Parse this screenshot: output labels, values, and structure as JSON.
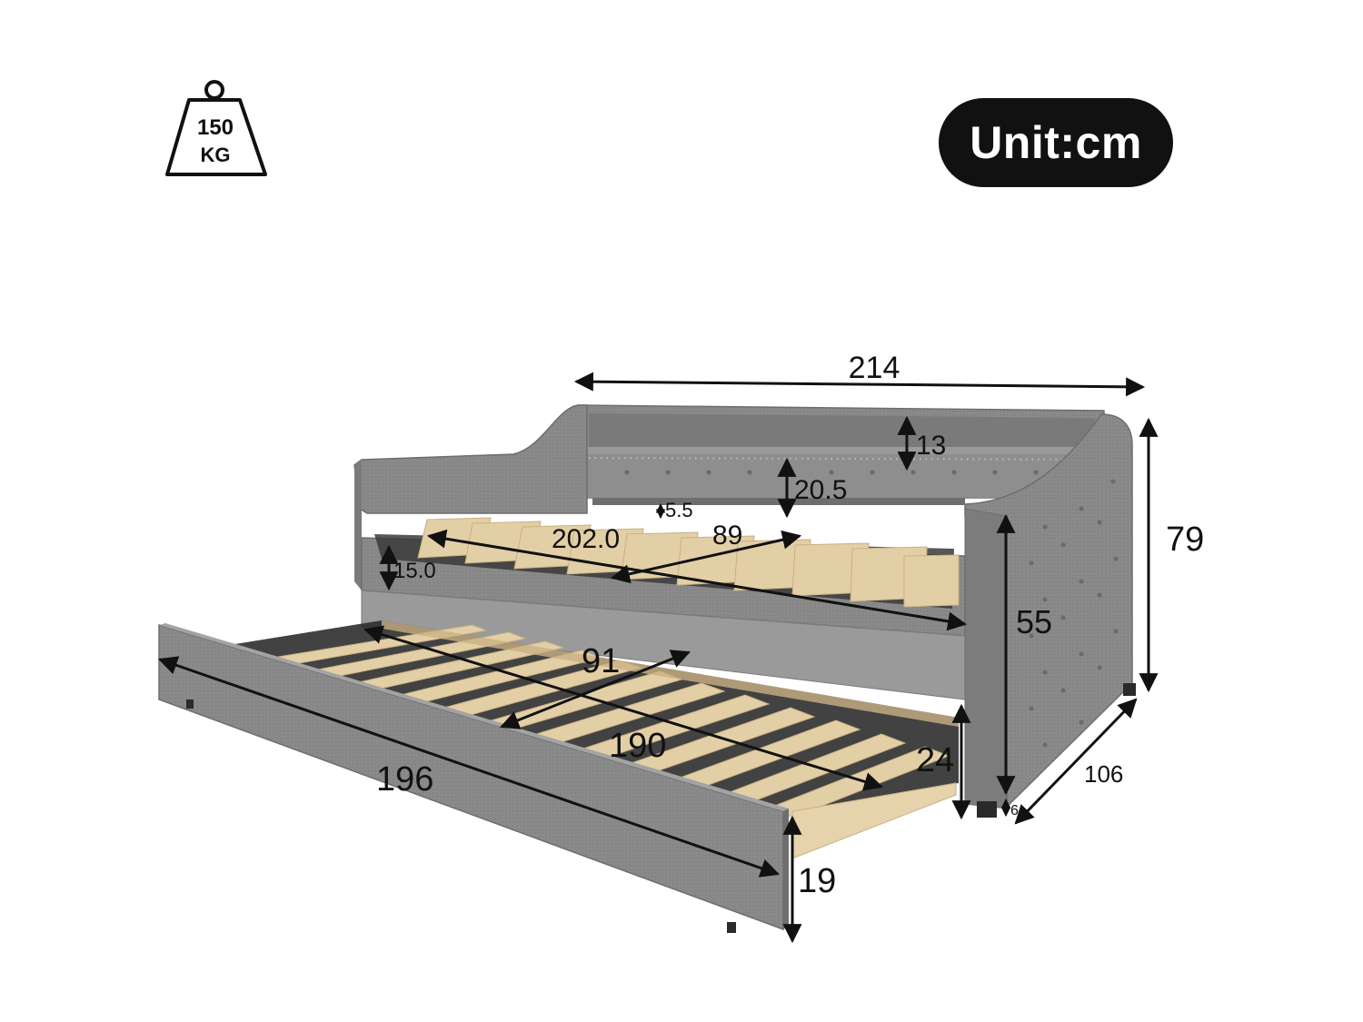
{
  "colors": {
    "upholstery": "#8a8a8a",
    "upholstery_dark": "#6e6e6e",
    "slat": "#e3cfa6",
    "slat_edge": "#c9b083",
    "dimension_line": "#111111",
    "pill_bg": "#111111",
    "pill_text": "#ffffff"
  },
  "badges": {
    "weight_value": "150",
    "weight_unit": "KG",
    "unit_label": "Unit:cm"
  },
  "dimensions": {
    "total_width": "214",
    "shelf_height": "13",
    "backrest_panel_height": "20.5",
    "gap_height": "5.5",
    "overall_height": "79",
    "inner_length": "202.0",
    "inner_width": "89",
    "side_rail_height": "15.0",
    "arm_height": "55",
    "trundle_width": "91",
    "trundle_inner_length": "190",
    "trundle_outer_length": "196",
    "trundle_clearance": "24",
    "trundle_height": "19",
    "depth": "106",
    "leg_height": "6"
  }
}
